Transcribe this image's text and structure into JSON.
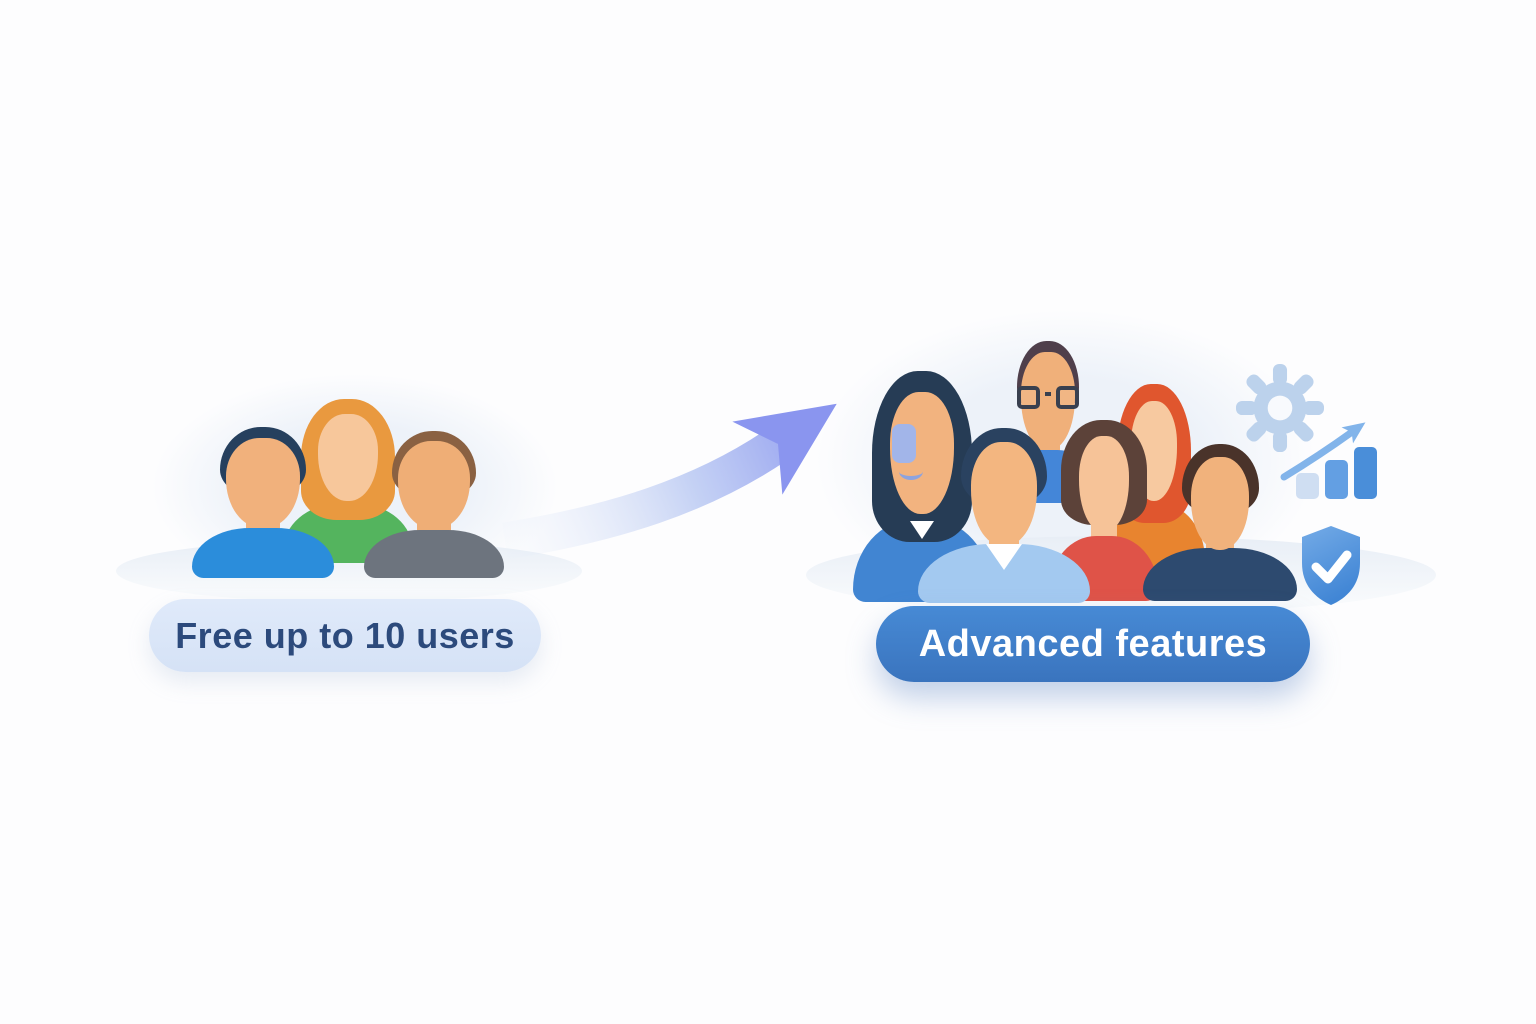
{
  "illustration": {
    "left": {
      "badge_label": "Free up to 10 users",
      "people_count": 3,
      "people": [
        "man-blue-shirt",
        "woman-green-shirt",
        "man-gray-shirt"
      ]
    },
    "right": {
      "badge_label": "Advanced features",
      "people_count": 6,
      "people": [
        "woman-headset",
        "man-glasses",
        "woman-red-hair",
        "man-light-blue-shirt",
        "woman-red-shirt",
        "man-navy-shirt"
      ],
      "feature_icons": [
        "gear-icon",
        "growth-chart-icon",
        "shield-check-icon"
      ]
    },
    "arrow": {
      "direction": "up-right"
    }
  },
  "colors": {
    "page-bg": "#fdfdfe",
    "blob": "#edf2f9",
    "platform-a": "#e8eef6",
    "platform-b": "#f8fafc",
    "left-pill-bg-a": "#e0eafa",
    "left-pill-bg-b": "#d5e2f6",
    "left-pill-text": "#2c4a7c",
    "right-pill-bg-a": "#478ad5",
    "right-pill-bg-b": "#3a74be",
    "right-pill-text": "#ffffff",
    "arrow-faint": "#e4ecf8",
    "arrow-strong": "#8a95ef",
    "icon-gear": "#bcd2ec",
    "bar-light": "#cfdef2",
    "bar-mid": "#639fe3",
    "bar-dark": "#4a8ed9",
    "growth-arrow": "#82b4ea",
    "shield-a": "#74abe7",
    "shield-b": "#4186d5"
  }
}
